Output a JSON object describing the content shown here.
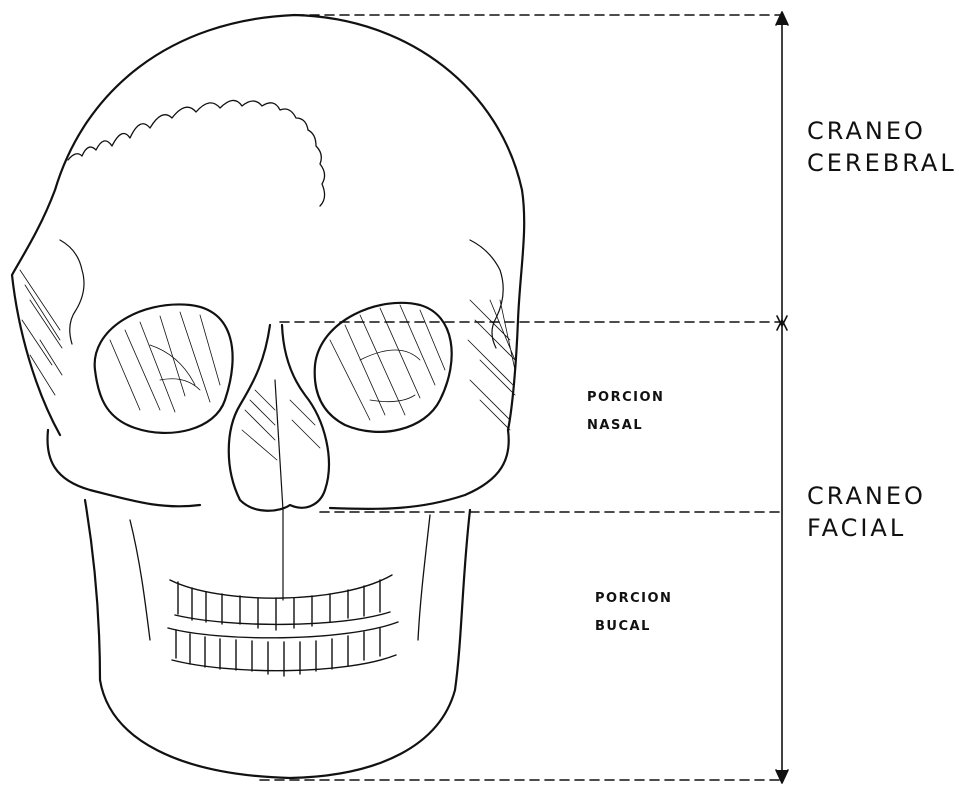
{
  "labels": {
    "craneo_cerebral": {
      "line1": "CRANEO",
      "line2": "CEREBRAL"
    },
    "craneo_facial": {
      "line1": "CRANEO",
      "line2": "FACIAL"
    },
    "porcion_nasal": {
      "line1": "PORCION",
      "line2": "NASAL"
    },
    "porcion_bucal": {
      "line1": "PORCION",
      "line2": "BUCAL"
    }
  },
  "colors": {
    "ink": "#111111",
    "paper": "#ffffff"
  }
}
